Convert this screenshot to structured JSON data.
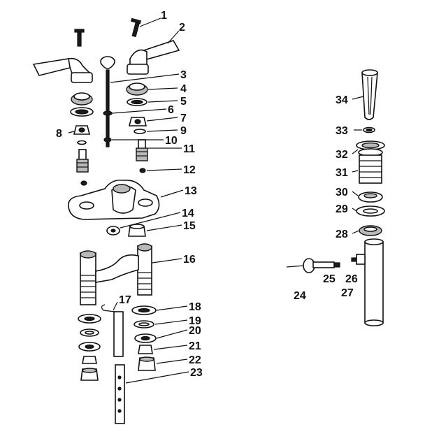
{
  "callouts": [
    {
      "id": "1",
      "text": "1"
    },
    {
      "id": "2",
      "text": "2"
    },
    {
      "id": "3",
      "text": "3"
    },
    {
      "id": "4",
      "text": "4"
    },
    {
      "id": "5",
      "text": "5"
    },
    {
      "id": "6",
      "text": "6"
    },
    {
      "id": "7",
      "text": "7"
    },
    {
      "id": "8",
      "text": "8"
    },
    {
      "id": "9",
      "text": "9"
    },
    {
      "id": "10",
      "text": "10"
    },
    {
      "id": "11",
      "text": "11"
    },
    {
      "id": "12",
      "text": "12"
    },
    {
      "id": "13",
      "text": "13"
    },
    {
      "id": "14",
      "text": "14"
    },
    {
      "id": "15",
      "text": "15"
    },
    {
      "id": "16",
      "text": "16"
    },
    {
      "id": "17",
      "text": "17"
    },
    {
      "id": "18",
      "text": "18"
    },
    {
      "id": "19",
      "text": "19"
    },
    {
      "id": "20",
      "text": "20"
    },
    {
      "id": "21",
      "text": "21"
    },
    {
      "id": "22",
      "text": "22"
    },
    {
      "id": "23",
      "text": "23"
    },
    {
      "id": "24",
      "text": "24"
    },
    {
      "id": "25",
      "text": "25"
    },
    {
      "id": "26",
      "text": "26"
    },
    {
      "id": "27",
      "text": "27"
    },
    {
      "id": "28",
      "text": "28"
    },
    {
      "id": "29",
      "text": "29"
    },
    {
      "id": "30",
      "text": "30"
    },
    {
      "id": "31",
      "text": "31"
    },
    {
      "id": "32",
      "text": "32"
    },
    {
      "id": "33",
      "text": "33"
    },
    {
      "id": "34",
      "text": "34"
    }
  ],
  "colors": {
    "ink": "#111111",
    "paper": "#ffffff",
    "shade": "#b9b9b9"
  }
}
